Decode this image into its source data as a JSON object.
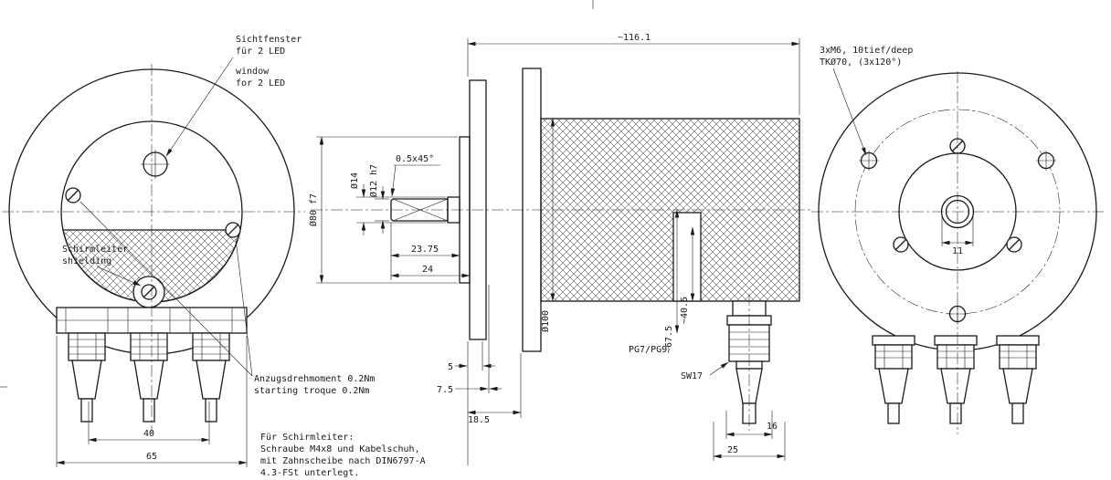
{
  "meta": {
    "background_color": "#ffffff",
    "line_color": "#1a1a1a",
    "hatch_color": "#3a3a3a"
  },
  "front_view": {
    "window_label_de1": "Sichtfenster",
    "window_label_de2": "für 2 LED",
    "window_label_en1": "window",
    "window_label_en2": "for 2 LED",
    "shield_label_de": "Schirmleiter",
    "shield_label_en": "shielding",
    "torque_label_de": "Anzugsdrehmoment 0.2Nm",
    "torque_label_en": "starting troque 0.2Nm",
    "note_line1": "Für Schirmleiter:",
    "note_line2": "Schraube M4x8 und Kabelschuh,",
    "note_line3": "mit Zahnscheibe nach DIN6797-A",
    "note_line4": "4.3-FSt unterlegt.",
    "dim_gland_pitch": "40",
    "dim_overall_width": "65"
  },
  "side_view": {
    "dim_overall_length": "~116.1",
    "chamfer": "0.5x45°",
    "dim_flange_fit": "Ø80 f7",
    "dim_shaft_hub": "Ø14",
    "dim_shaft": "Ø12 h7",
    "dim_shaft_len_1": "23.75",
    "dim_shaft_len_2": "24",
    "dim_body": "Ø100",
    "gland_thread": "PG7/PG9",
    "dim_cable_offset_1": "~40.5",
    "dim_cable_offset_2": "~67.5",
    "wrench_size": "SW17",
    "dim_flange_t": "5",
    "dim_collar": "7.5",
    "dim_front_section": "18.5",
    "dim_gland_w": "16",
    "dim_gland_total": "25"
  },
  "rear_view": {
    "mount_note_1": "3xM6, 10tief/deep",
    "mount_note_2": "TKØ70, (3x120°)",
    "dim_center_hole": "11"
  }
}
